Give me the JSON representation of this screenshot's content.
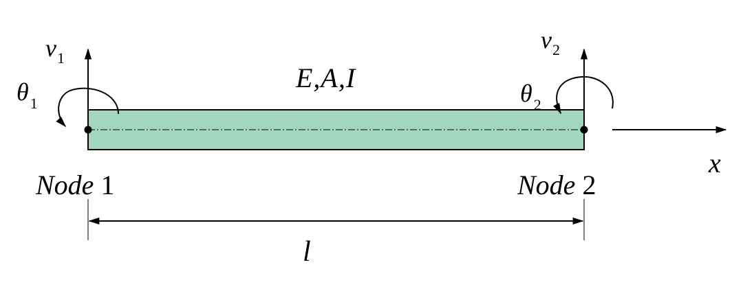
{
  "diagram": {
    "properties_label": "E,A,I",
    "node1": {
      "word": "Node",
      "number": "1"
    },
    "node2": {
      "word": "Node",
      "number": "2"
    },
    "dof": {
      "v1": {
        "symbol": "v",
        "index": "1"
      },
      "theta1": {
        "symbol": "θ",
        "index": "1"
      },
      "v2": {
        "symbol": "v",
        "index": "2"
      },
      "theta2": {
        "symbol": "θ",
        "index": "2"
      }
    },
    "axis_label": "x",
    "length_label": "l",
    "colors": {
      "beam_fill": "#a3d6be",
      "line": "#000000"
    }
  }
}
